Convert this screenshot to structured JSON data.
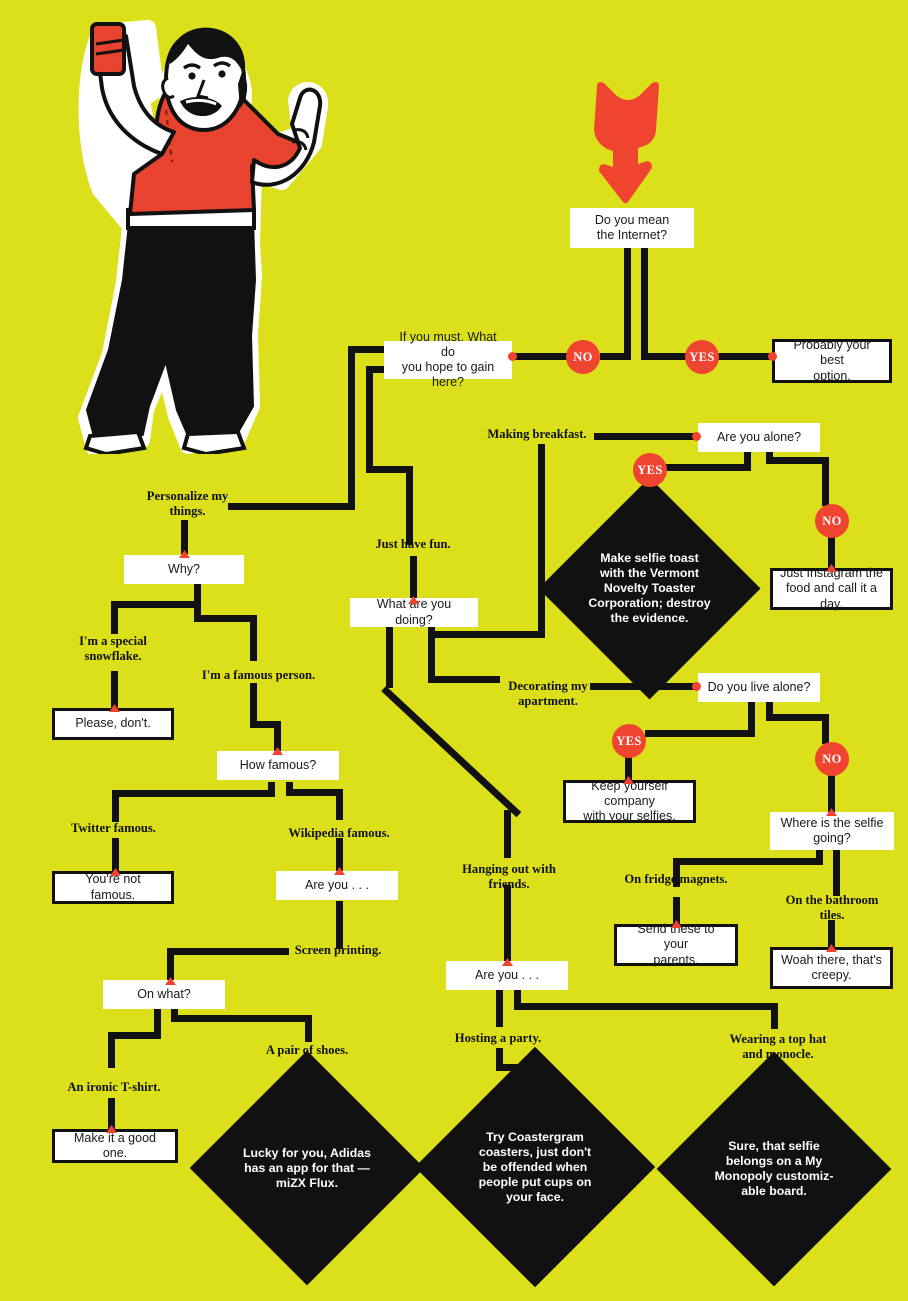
{
  "meta": {
    "background_color": "#dce01a",
    "accent_red": "#ef4430",
    "line_color": "#111111",
    "box_fill": "#ffffff"
  },
  "illustration": {
    "name": "man-taking-selfie",
    "description": "Man in red polo shirt holding red phone up, giving thumbs up, black jeans, white belt, white shoes",
    "shirt_color": "#e8432f",
    "phone_color": "#e8432f",
    "pants_color": "#111111"
  },
  "arrow": {
    "label": "start-arrow",
    "color": "#ef4430"
  },
  "pills": {
    "yes": "YES",
    "no": "NO"
  },
  "nodes": {
    "do_you_mean_internet": "Do you mean\nthe Internet?",
    "probably_best_option": "Probably your best\noption.",
    "if_you_must": "If you must. What do\nyou hope to gain here?",
    "are_you_alone": "Are you alone?",
    "just_instagram_food": "Just Instagram the\nfood and call it a day.",
    "why": "Why?",
    "what_are_you_doing": "What are you doing?",
    "please_dont": "Please, don't.",
    "do_you_live_alone": "Do you live alone?",
    "how_famous": "How famous?",
    "keep_yourself_company": "Keep yourself company\nwith your selfies.",
    "where_is_selfie_going": "Where is the selfie\ngoing?",
    "youre_not_famous": "You're not famous.",
    "are_you_1": "Are you . . .",
    "send_to_parents": "Send these to your\nparents.",
    "woah_creepy": "Woah there, that's\ncreepy.",
    "on_what": "On what?",
    "are_you_2": "Are you . . .",
    "make_it_good": "Make it a good one."
  },
  "labels": {
    "making_breakfast": "Making breakfast.",
    "personalize_my_things": "Personalize my\nthings.",
    "just_have_fun": "Just have fun.",
    "im_special_snowflake": "I'm a special\nsnowflake.",
    "im_famous_person": "I'm a famous person.",
    "decorating_my_apartment": "Decorating my\napartment.",
    "twitter_famous": "Twitter famous.",
    "wikipedia_famous": "Wikipedia famous.",
    "on_fridge_magnets": "On fridge magnets.",
    "on_bathroom_tiles": "On the bathroom\ntiles.",
    "hanging_out_with_friends": "Hanging out with\nfriends.",
    "screen_printing": "Screen printing.",
    "a_pair_of_shoes": "A pair of shoes.",
    "an_ironic_tshirt": "An ironic T-shirt.",
    "hosting_a_party": "Hosting a party.",
    "wearing_top_hat": "Wearing a top hat\nand monocle."
  },
  "diamonds": {
    "selfie_toast": "Make selfie toast\nwith the Vermont\nNovelty Toaster\nCorporation; destroy\nthe evidence.",
    "adidas_app": "Lucky for you, Adidas\nhas an app for that —\nmiZX Flux.",
    "coastergram": "Try Coastergram\ncoasters, just don't\nbe offended when\npeople put cups on\nyour face.",
    "my_monopoly": "Sure, that selfie\nbelongs on a My\nMonopoly customiz-\nable board."
  }
}
